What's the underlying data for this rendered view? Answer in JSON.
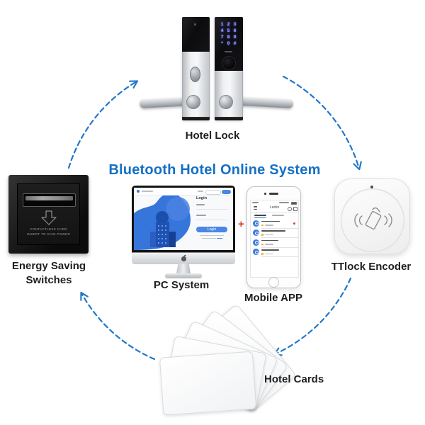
{
  "title": {
    "text": "Bluetooth Hotel Online System",
    "color": "#1470c5"
  },
  "connector": {
    "arrow_color": "#2277c8",
    "plus_sign": "+",
    "plus_color": "#d93a35"
  },
  "nodes": {
    "hotel_lock": {
      "label": "Hotel Lock"
    },
    "energy_switch": {
      "label_line1": "Energy Saving",
      "label_line2": "Switches",
      "device_text_line1": "CONTACTLESS CARD",
      "device_text_line2": "INSERT TO GAIN POWER"
    },
    "pc_system": {
      "label": "PC System",
      "screen": {
        "login_heading": "Login",
        "login_button_label": "Login"
      }
    },
    "mobile_app": {
      "label": "Mobile APP",
      "screen": {
        "nav_title": "Locks"
      }
    },
    "ttlock_encoder": {
      "label": "TTlock Encoder"
    },
    "hotel_cards": {
      "label": "Hotel Cards"
    }
  },
  "keypad_rows": [
    [
      "1",
      "2",
      "3"
    ],
    [
      "4",
      "5",
      "6"
    ],
    [
      "7",
      "8",
      "9"
    ],
    [
      "*",
      "0",
      "#"
    ]
  ]
}
